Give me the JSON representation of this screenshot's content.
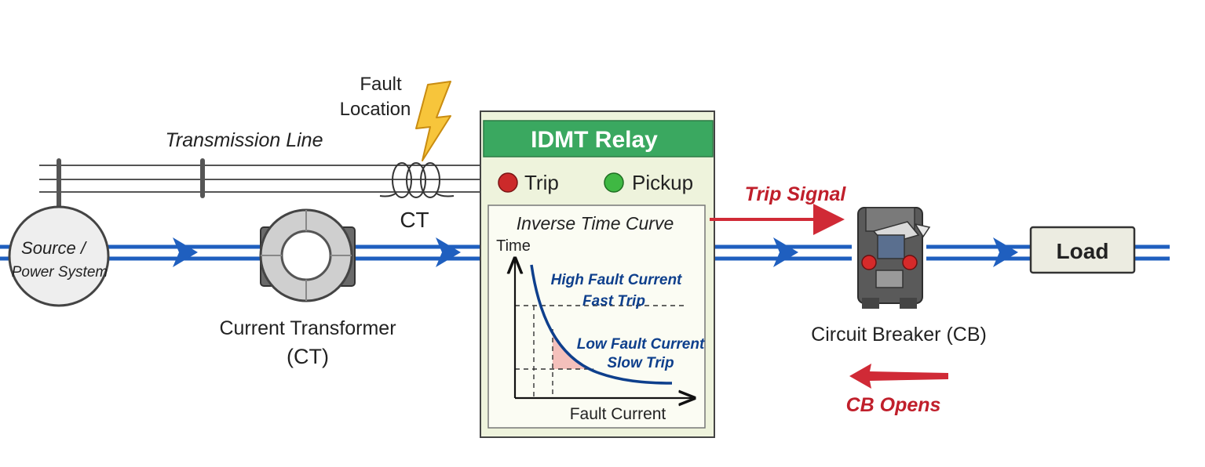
{
  "labels": {
    "fault_location": [
      "Fault",
      "Location"
    ],
    "transmission_line": "Transmission Line",
    "ct_top": "CT",
    "source": [
      "Source /",
      "Power System"
    ],
    "current_transformer": [
      "Current Transformer",
      "(CT)"
    ],
    "circuit_breaker": "Circuit Breaker (CB)",
    "load": "Load",
    "trip_signal": "Trip Signal",
    "cb_opens": "CB Opens"
  },
  "relay": {
    "title": "IDMT Relay",
    "trip_label": "Trip",
    "pickup_label": "Pickup",
    "curve_title": "Inverse Time Curve",
    "y_axis": "Time",
    "x_axis": "Fault Current",
    "high_fault": [
      "High Fault Current",
      "Fast Trip"
    ],
    "low_fault": [
      "Low Fault Current",
      "Slow Trip"
    ]
  },
  "colors": {
    "line_blue": "#1f5fbf",
    "relay_green": "#3aa860",
    "relay_bg": "#eef3dc",
    "trip_red": "#cc2a2a",
    "pickup_green": "#3fb843",
    "arrow_red": "#d02a36",
    "curve_blue": "#0e3f8c",
    "shade": "#f2b5b0"
  },
  "icons": {
    "fault": "lightning-bolt-icon",
    "ct_coil": "coil-icon",
    "ct_device": "current-transformer-icon",
    "breaker": "circuit-breaker-icon"
  }
}
